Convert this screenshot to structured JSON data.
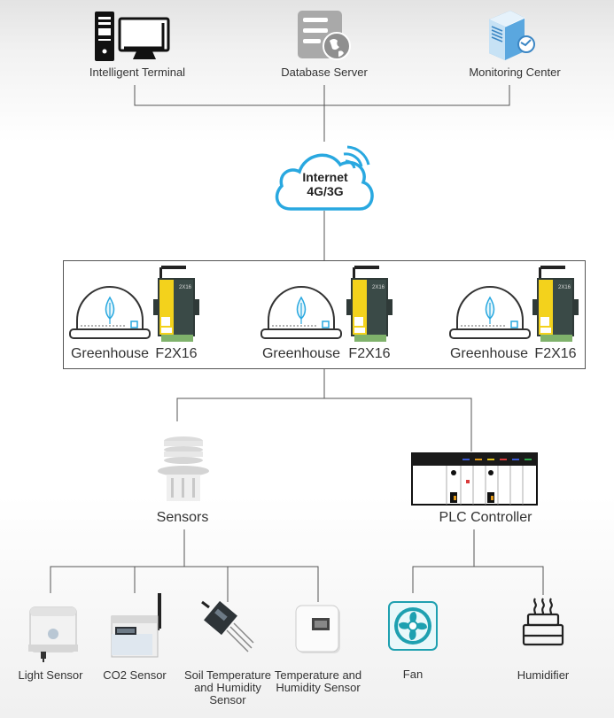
{
  "top": {
    "terminal": "Intelligent Terminal",
    "database": "Database Server",
    "monitoring": "Monitoring Center"
  },
  "cloud": {
    "line1": "Internet",
    "line2": "4G/3G"
  },
  "greenhouses": [
    {
      "greenhouse": "Greenhouse",
      "device": "F2X16"
    },
    {
      "greenhouse": "Greenhouse",
      "device": "F2X16"
    },
    {
      "greenhouse": "Greenhouse",
      "device": "F2X16"
    }
  ],
  "middle": {
    "sensors": "Sensors",
    "plc": "PLC Controller"
  },
  "bottom": {
    "light": "Light Sensor",
    "co2": "CO2 Sensor",
    "soil": "Soil Temperature and Humidity Sensor",
    "temp": "Temperature and Humidity Sensor",
    "fan": "Fan",
    "humidifier": "Humidifier"
  },
  "colors": {
    "cloud": "#29a8e0",
    "fan": "#1ea0b0",
    "device_yellow": "#f3d21c",
    "device_dark": "#2f3a38",
    "accent_blue": "#5aa7df"
  }
}
